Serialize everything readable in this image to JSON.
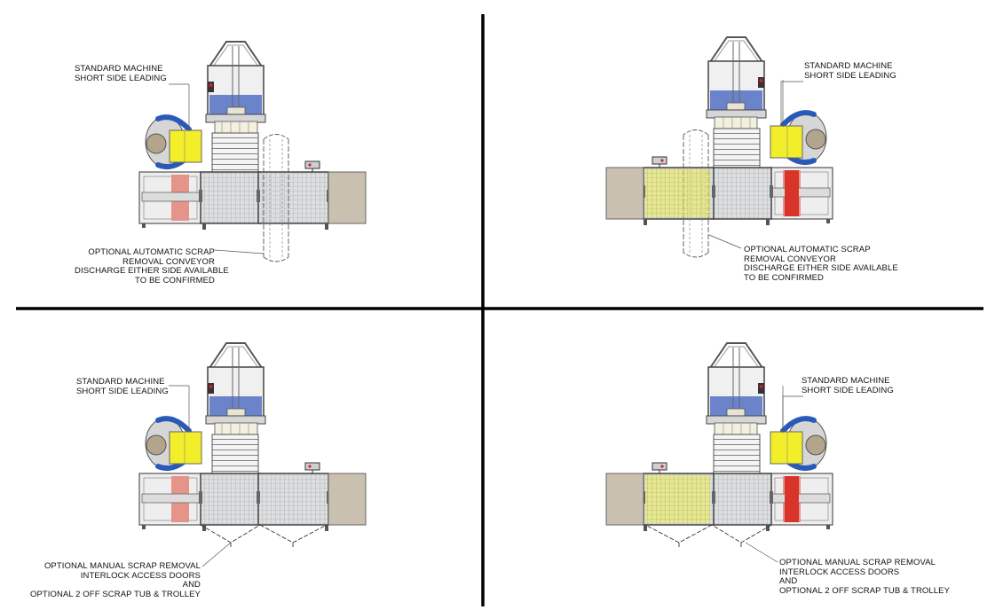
{
  "colors": {
    "frame": "#8a8f95",
    "tower_blue": "#3f5fbf",
    "mesh": "#d4d6d8",
    "side_table": "#c9c0b0",
    "operator_box": "#f2ee2a",
    "guard_red_light": "#e6948a",
    "guard_red": "#d8342a",
    "divider": "#000000"
  },
  "icons": [
    "operator-figure",
    "yellow-box",
    "control-box",
    "scrap-conveyor",
    "access-doors"
  ],
  "quadrants": [
    {
      "machine_label": [
        "STANDARD MACHINE",
        "SHORT SIDE LEADING"
      ],
      "option_label": [
        "OPTIONAL AUTOMATIC SCRAP",
        "REMOVAL CONVEYOR",
        "DISCHARGE EITHER SIDE AVAILABLE",
        "TO BE CONFIRMED"
      ]
    },
    {
      "machine_label": [
        "STANDARD MACHINE",
        "SHORT SIDE LEADING"
      ],
      "option_label": [
        "OPTIONAL AUTOMATIC SCRAP",
        "REMOVAL CONVEYOR",
        "DISCHARGE EITHER SIDE AVAILABLE",
        "TO BE CONFIRMED"
      ]
    },
    {
      "machine_label": [
        "STANDARD MACHINE",
        "SHORT SIDE LEADING"
      ],
      "option_label": [
        "OPTIONAL MANUAL SCRAP REMOVAL",
        "INTERLOCK ACCESS DOORS",
        "AND",
        "OPTIONAL 2 OFF SCRAP TUB & TROLLEY"
      ]
    },
    {
      "machine_label": [
        "STANDARD MACHINE",
        "SHORT SIDE LEADING"
      ],
      "option_label": [
        "OPTIONAL MANUAL SCRAP REMOVAL",
        "INTERLOCK ACCESS DOORS",
        "AND",
        "OPTIONAL 2 OFF SCRAP TUB & TROLLEY"
      ]
    }
  ]
}
